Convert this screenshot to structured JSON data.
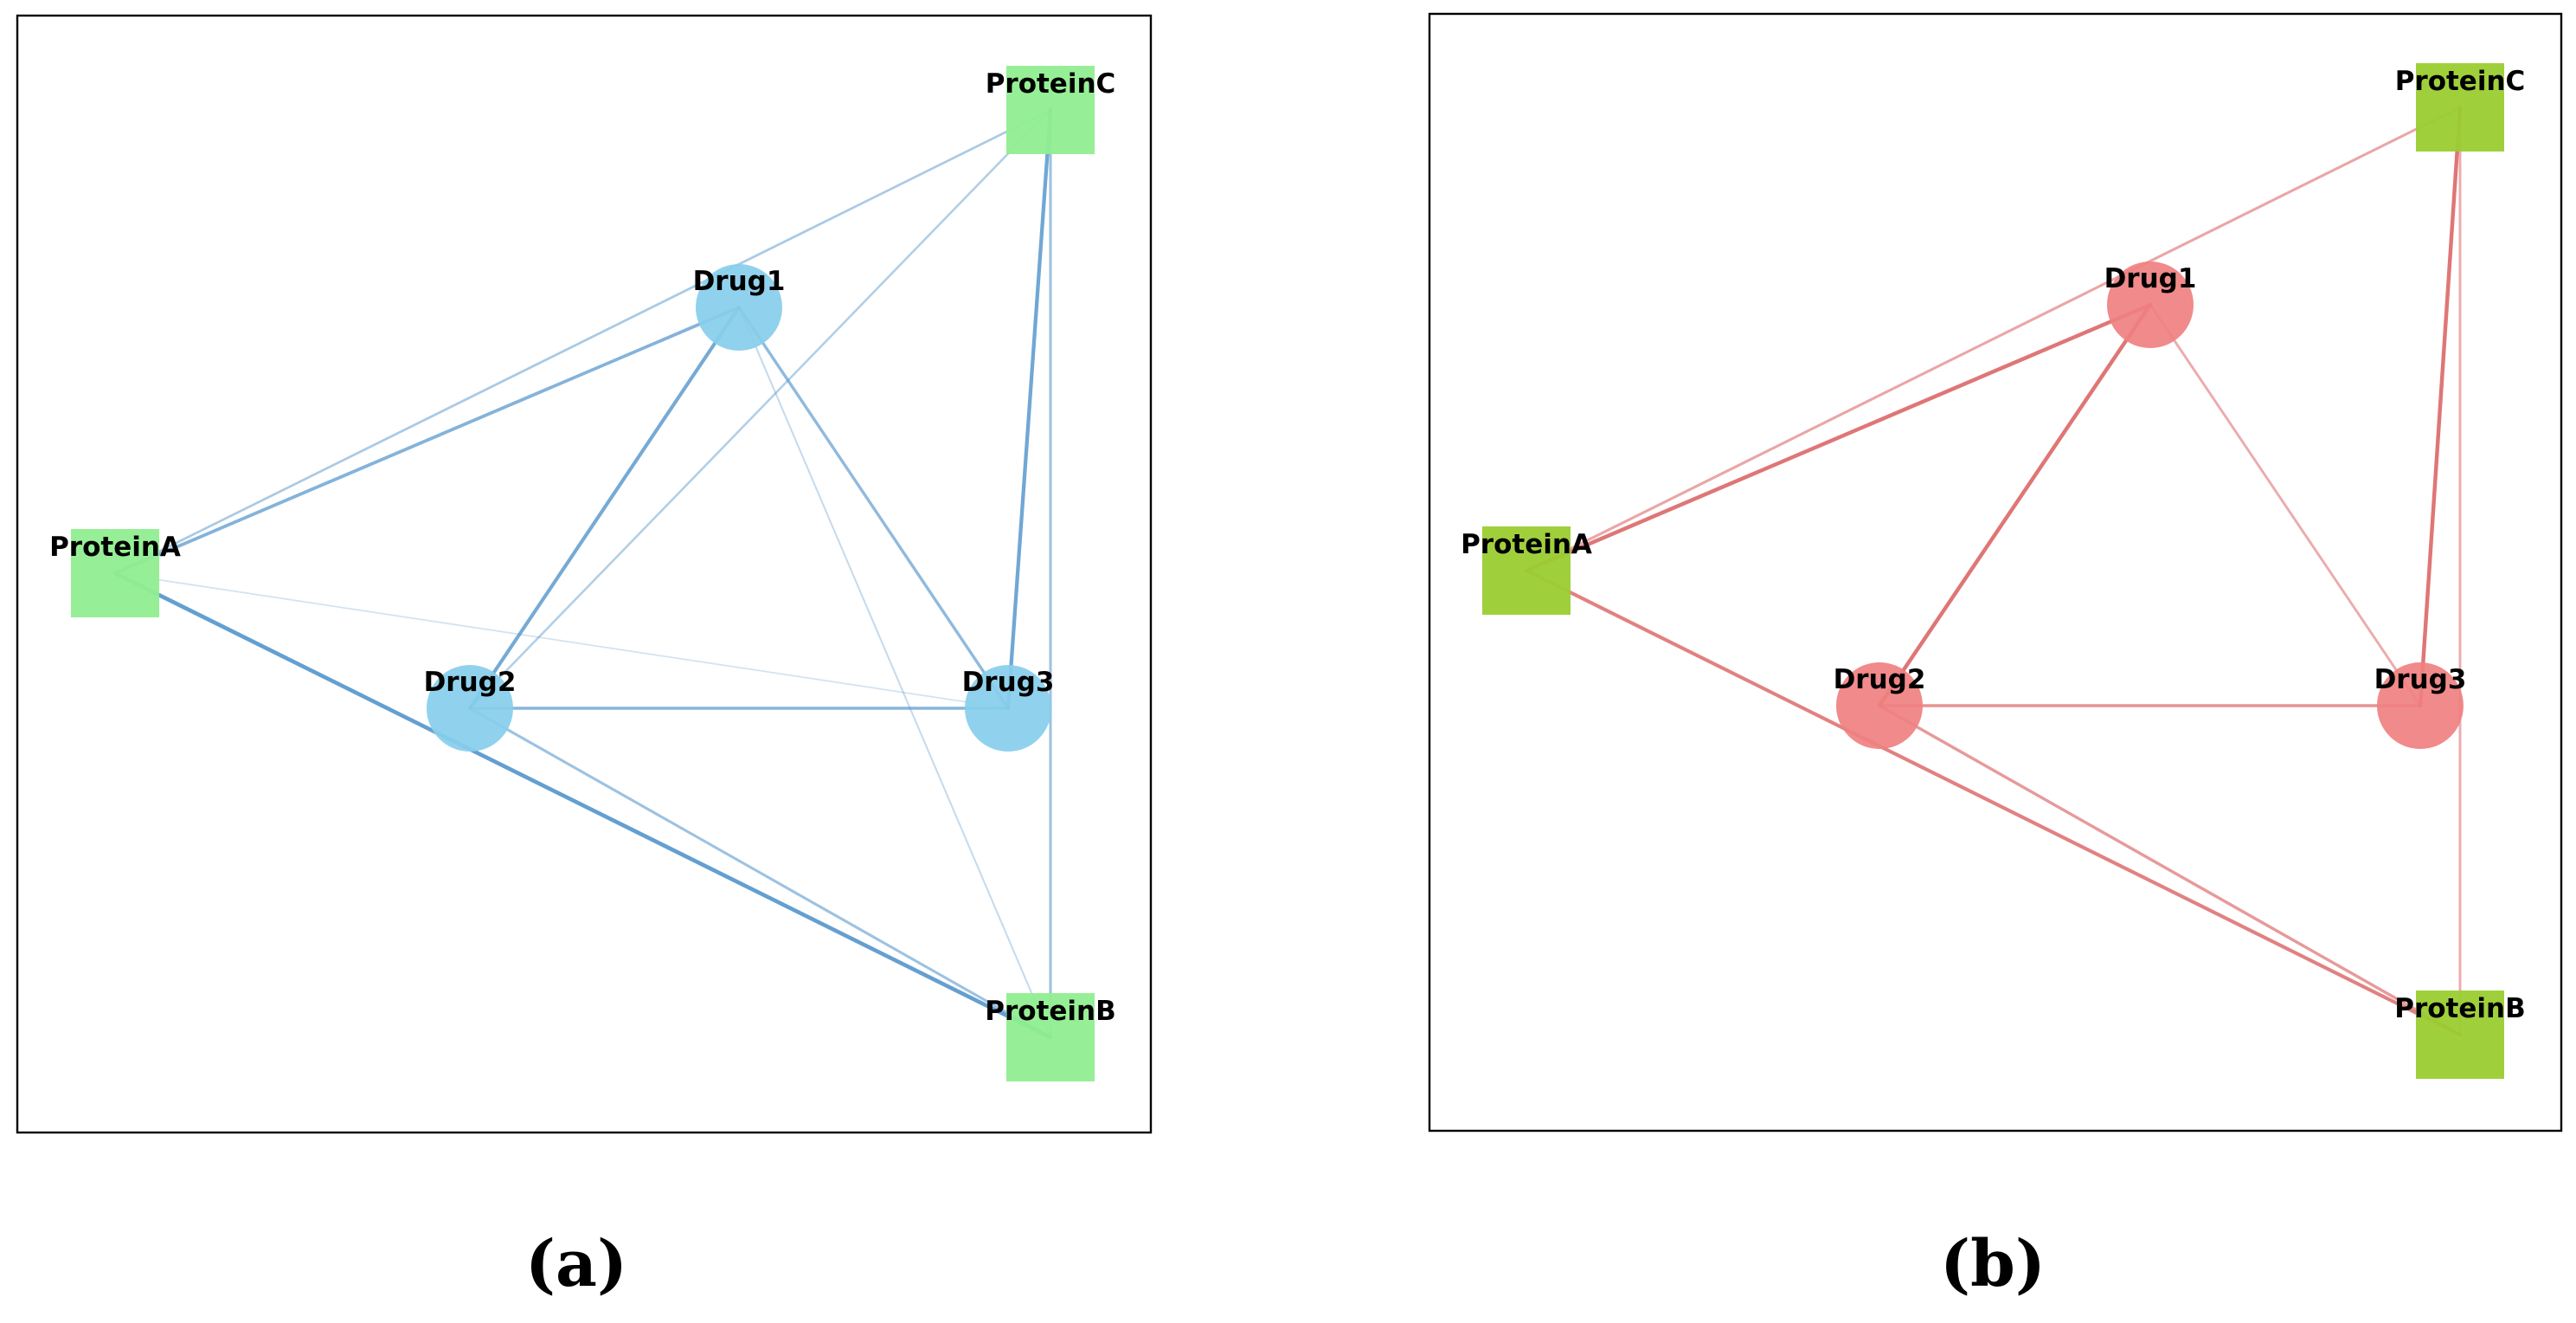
{
  "panels": [
    {
      "id": "a",
      "caption": "(a)",
      "colors": {
        "drug_node": "#87ceeb",
        "protein_node": "#90ee90",
        "edge": "#4a8fc8"
      },
      "nodes": [
        {
          "id": "ProteinC",
          "label": "ProteinC",
          "kind": "protein"
        },
        {
          "id": "Drug1",
          "label": "Drug1",
          "kind": "drug"
        },
        {
          "id": "ProteinA",
          "label": "ProteinA",
          "kind": "protein"
        },
        {
          "id": "Drug2",
          "label": "Drug2",
          "kind": "drug"
        },
        {
          "id": "Drug3",
          "label": "Drug3",
          "kind": "drug"
        },
        {
          "id": "ProteinB",
          "label": "ProteinB",
          "kind": "protein"
        }
      ],
      "edges": [
        {
          "source": "ProteinA",
          "target": "ProteinB",
          "weight": 0.95
        },
        {
          "source": "ProteinC",
          "target": "Drug3",
          "weight": 0.85
        },
        {
          "source": "Drug1",
          "target": "Drug2",
          "weight": 0.8
        },
        {
          "source": "ProteinA",
          "target": "Drug1",
          "weight": 0.7
        },
        {
          "source": "Drug2",
          "target": "Drug3",
          "weight": 0.65
        },
        {
          "source": "Drug1",
          "target": "Drug3",
          "weight": 0.6
        },
        {
          "source": "Drug2",
          "target": "ProteinB",
          "weight": 0.5
        },
        {
          "source": "ProteinC",
          "target": "ProteinB",
          "weight": 0.5
        },
        {
          "source": "ProteinA",
          "target": "ProteinC",
          "weight": 0.4
        },
        {
          "source": "Drug2",
          "target": "ProteinC",
          "weight": 0.35
        },
        {
          "source": "Drug1",
          "target": "ProteinB",
          "weight": 0.2
        },
        {
          "source": "ProteinA",
          "target": "Drug3",
          "weight": 0.1
        }
      ]
    },
    {
      "id": "b",
      "caption": "(b)",
      "colors": {
        "drug_node": "#f08080",
        "protein_node": "#9acd32",
        "edge": "#d85a5a"
      },
      "nodes": [
        {
          "id": "ProteinC",
          "label": "ProteinC",
          "kind": "protein"
        },
        {
          "id": "Drug1",
          "label": "Drug1",
          "kind": "drug"
        },
        {
          "id": "ProteinA",
          "label": "ProteinA",
          "kind": "protein"
        },
        {
          "id": "Drug2",
          "label": "Drug2",
          "kind": "drug"
        },
        {
          "id": "Drug3",
          "label": "Drug3",
          "kind": "drug"
        },
        {
          "id": "ProteinB",
          "label": "ProteinB",
          "kind": "protein"
        }
      ],
      "edges": [
        {
          "source": "ProteinA",
          "target": "Drug1",
          "weight": 0.9
        },
        {
          "source": "Drug1",
          "target": "Drug2",
          "weight": 0.9
        },
        {
          "source": "ProteinC",
          "target": "Drug3",
          "weight": 0.9
        },
        {
          "source": "ProteinA",
          "target": "ProteinB",
          "weight": 0.8
        },
        {
          "source": "Drug2",
          "target": "Drug3",
          "weight": 0.65
        },
        {
          "source": "Drug2",
          "target": "ProteinB",
          "weight": 0.6
        },
        {
          "source": "ProteinA",
          "target": "ProteinC",
          "weight": 0.5
        },
        {
          "source": "Drug1",
          "target": "Drug3",
          "weight": 0.45
        },
        {
          "source": "ProteinC",
          "target": "ProteinB",
          "weight": 0.45
        }
      ]
    }
  ]
}
